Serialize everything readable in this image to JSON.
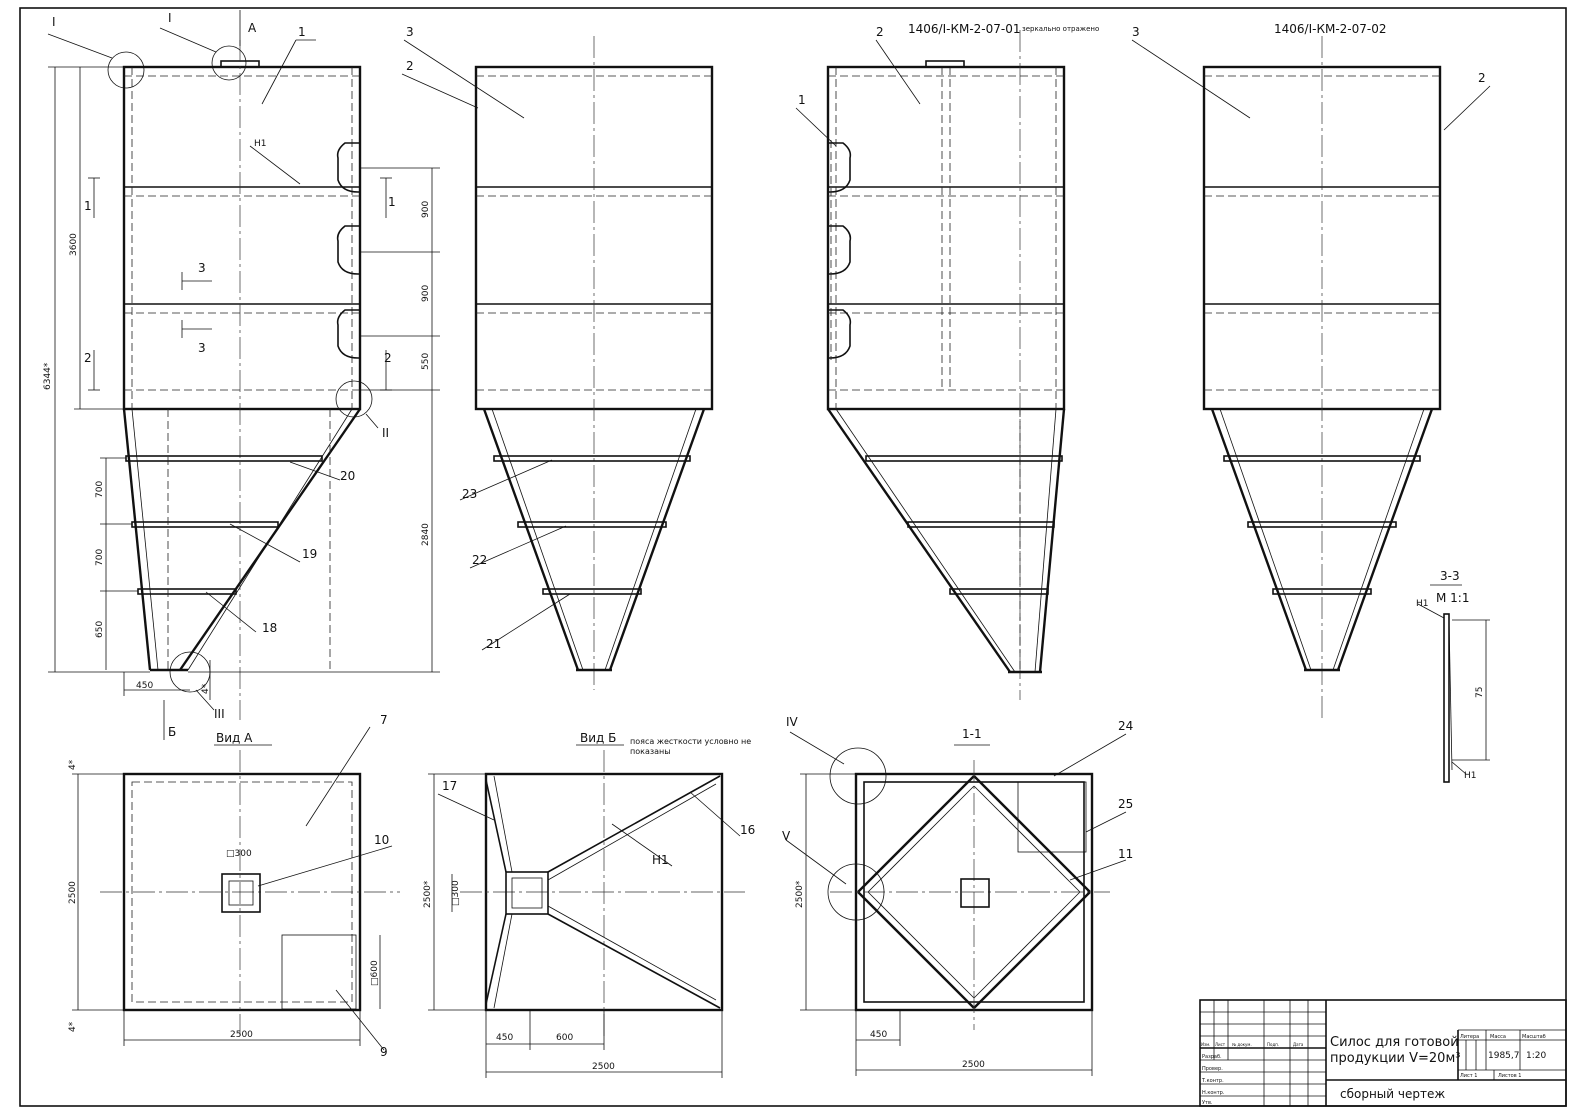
{
  "sheet": {
    "top_label_1": "1406/I-КМ-2-07-01",
    "top_label_1_note": "зеркально отражено",
    "top_label_2": "1406/I-КМ-2-07-02"
  },
  "views": {
    "vid_a": "Вид А",
    "vid_b": "Вид Б",
    "vid_b_note_1": "пояса жесткости условно не",
    "vid_b_note_2": "показаны",
    "sec_1_1": "1-1",
    "sec_3_3": "3-3",
    "sec_3_3_scale": "М 1:1"
  },
  "callouts": {
    "n1": "1",
    "n2": "2",
    "n3": "3",
    "n7": "7",
    "n9": "9",
    "n10": "10",
    "n11": "11",
    "n16": "16",
    "n17": "17",
    "n18": "18",
    "n19": "19",
    "n20": "20",
    "n21": "21",
    "n22": "22",
    "n23": "23",
    "n24": "24",
    "n25": "25",
    "h1": "Н1",
    "node_I": "I",
    "node_II": "II",
    "node_III": "III",
    "node_IV": "IV",
    "node_V": "V",
    "arrow_A": "А",
    "arrow_B": "Б",
    "sec_arrow_1": "1",
    "sec_arrow_2": "2",
    "sec_arrow_3": "3"
  },
  "dims": {
    "d6344": "6344*",
    "d3600": "3600",
    "d2840": "2840",
    "d900": "900",
    "d550": "550",
    "d700": "700",
    "d650": "650",
    "d450": "450",
    "d4": "4*",
    "d2500": "2500",
    "d2500s": "2500*",
    "d600": "600",
    "d300": "□300",
    "d75": "75",
    "d600b": "□600"
  },
  "title_block": {
    "name_line_1": "Силос для готовой",
    "name_line_2": "продукции  V=20м³",
    "sheet_type": "сборный чертеж",
    "mass": "1985,7",
    "scale": "1:20",
    "lit_hdr": "Литера",
    "mass_hdr": "Масса",
    "scale_hdr": "Масштаб",
    "sheet_lbl": "Лист  1",
    "sheets_lbl": "Листов  1",
    "izm": "Изм.",
    "list": "Лист",
    "ndok": "№ докум.",
    "podp": "Подп.",
    "data": "Дата",
    "razrab": "Разраб.",
    "prov": "Провер.",
    "tkontr": "Т.контр.",
    "nkontr": "Н.контр.",
    "utv": "Утв."
  }
}
